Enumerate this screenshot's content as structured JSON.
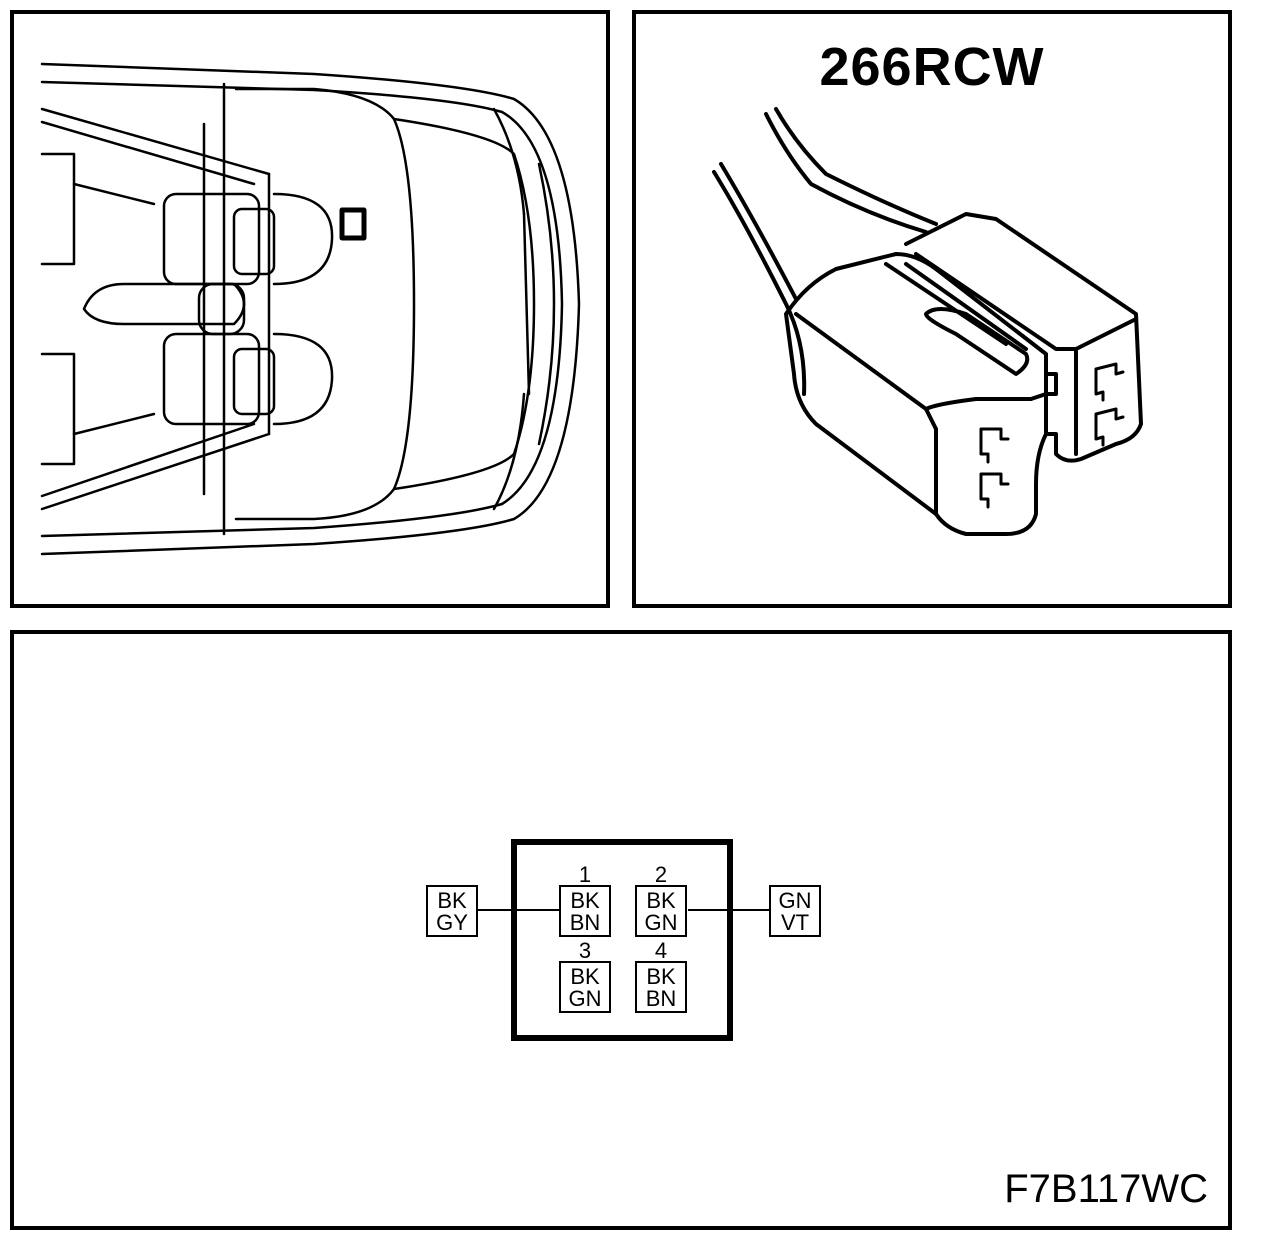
{
  "connector": {
    "code": "266RCW",
    "figure_id": "F7B117WC"
  },
  "pinout": {
    "pins": [
      {
        "number": "1",
        "wire_top": "BK",
        "wire_bottom": "BN"
      },
      {
        "number": "2",
        "wire_top": "BK",
        "wire_bottom": "GN"
      },
      {
        "number": "3",
        "wire_top": "BK",
        "wire_bottom": "GN"
      },
      {
        "number": "4",
        "wire_top": "BK",
        "wire_bottom": "BN"
      }
    ],
    "left_wire": {
      "top": "BK",
      "bottom": "GY"
    },
    "right_wire": {
      "top": "GN",
      "bottom": "VT"
    }
  }
}
